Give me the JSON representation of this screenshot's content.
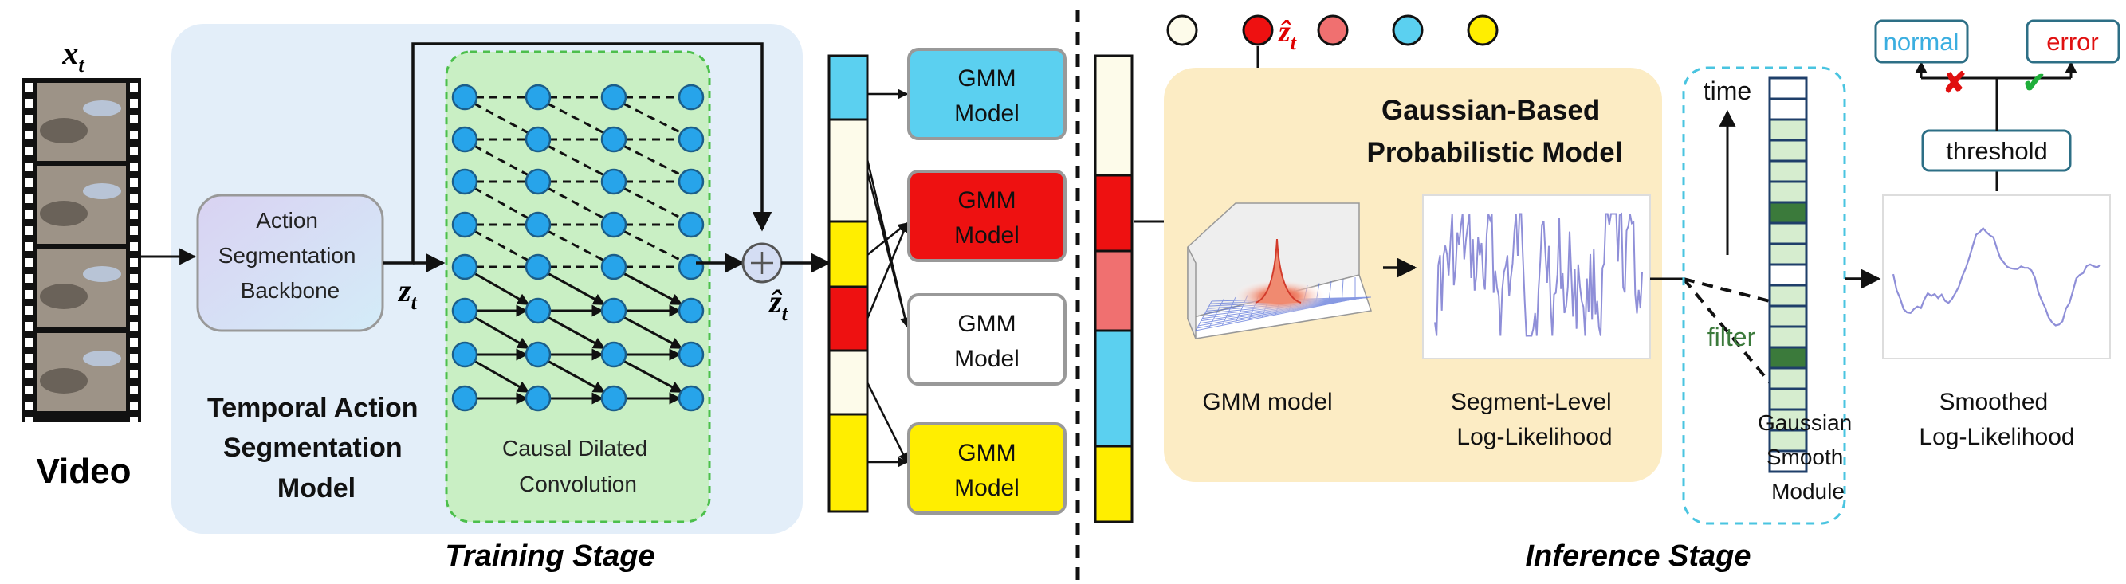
{
  "video": {
    "frame_label": "x",
    "frame_sub": "t",
    "caption": "Video"
  },
  "training": {
    "backbone_lines": [
      "Action",
      "Segmentation",
      "Backbone"
    ],
    "z_label": "z",
    "z_sub": "t",
    "zhat_label": "ẑ",
    "zhat_sub": "t",
    "model_lines": [
      "Temporal Action",
      "Segmentation",
      "Model"
    ],
    "conv_lines": [
      "Causal Dilated",
      "Convolution"
    ],
    "stage_label": "Training Stage"
  },
  "gmm_models": [
    {
      "line1": "GMM",
      "line2": "Model",
      "fill": "#5bd0f0"
    },
    {
      "line1": "GMM",
      "line2": "Model",
      "fill": "#ee1111"
    },
    {
      "line1": "GMM",
      "line2": "Model",
      "fill": "#ffffff"
    },
    {
      "line1": "GMM",
      "line2": "Model",
      "fill": "#ffee00"
    }
  ],
  "colors": {
    "cream": "#fdfbea",
    "cyan": "#5bd0f0",
    "red": "#ee1111",
    "salmon": "#f07070",
    "yellow": "#ffee00",
    "blue_panel": "#e3eef9",
    "green_panel": "#c9efc4",
    "node_fill": "#27a4ea",
    "orange_panel": "#fcecc4",
    "smooth_green": "#d6edcf",
    "smooth_dark": "#3b7a3b",
    "curve": "#8f8fd8"
  },
  "inference": {
    "zhat_label": "ẑ",
    "zhat_sub": "t",
    "title_lines": [
      "Gaussian-Based",
      "Probabilistic Model"
    ],
    "gmm_caption": "GMM model",
    "seg_ll_lines": [
      "Segment-Level",
      "Log-Likelihood"
    ],
    "time_label": "time",
    "filter_label": "filter",
    "smooth_module_lines": [
      "Gaussian",
      "Smooth",
      "Module"
    ],
    "smoothed_lines": [
      "Smoothed",
      "Log-Likelihood"
    ],
    "threshold_label": "threshold",
    "normal_label": "normal",
    "error_label": "error",
    "cross_icon": "✘",
    "check_icon": "✔",
    "stage_label": "Inference Stage"
  }
}
